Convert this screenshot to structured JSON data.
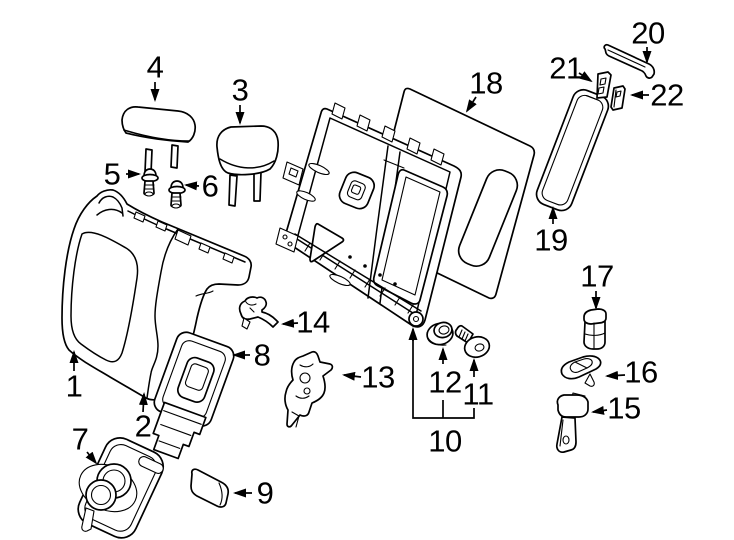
{
  "callouts": {
    "n1": "1",
    "n2": "2",
    "n3": "3",
    "n4": "4",
    "n5": "5",
    "n6": "6",
    "n7": "7",
    "n8": "8",
    "n9": "9",
    "n10": "10",
    "n11": "11",
    "n12": "12",
    "n13": "13",
    "n14": "14",
    "n15": "15",
    "n16": "16",
    "n17": "17",
    "n18": "18",
    "n19": "19",
    "n20": "20",
    "n21": "21",
    "n22": "22"
  },
  "colors": {
    "line_color": "#000000",
    "background": "#ffffff"
  }
}
